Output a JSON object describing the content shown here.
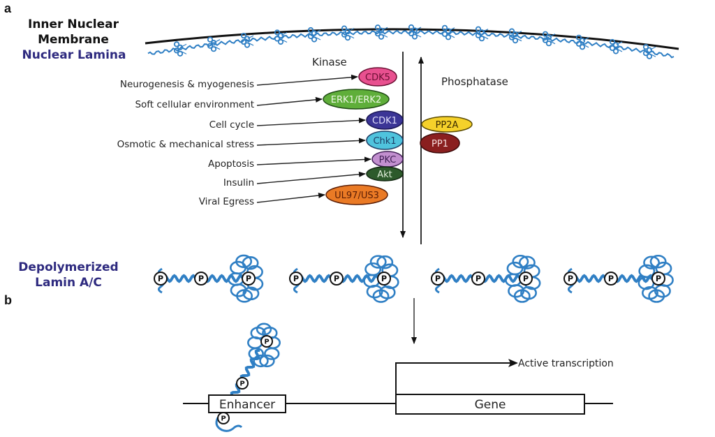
{
  "panels": {
    "a": "a",
    "b": "b"
  },
  "headings": {
    "inner_membrane_line1": "Inner Nuclear",
    "inner_membrane_line2": "Membrane",
    "nuclear_lamina": "Nuclear Lamina",
    "depolymerized_line1": "Depolymerized",
    "depolymerized_line2": "Lamin A/C"
  },
  "columns": {
    "kinase": "Kinase",
    "phosphatase": "Phosphatase"
  },
  "stimuli": [
    {
      "label": "Neurogenesis & myogenesis",
      "kinase": "CDK5"
    },
    {
      "label": "Soft cellular environment",
      "kinase": "ERK1/ERK2"
    },
    {
      "label": "Cell cycle",
      "kinase": "CDK1"
    },
    {
      "label": "Osmotic & mechanical stress",
      "kinase": "Chk1"
    },
    {
      "label": "Apoptosis",
      "kinase": "PKC"
    },
    {
      "label": "Insulin",
      "kinase": "Akt"
    },
    {
      "label": "Viral Egress",
      "kinase": "UL97/US3"
    }
  ],
  "kinases": [
    {
      "name": "CDK5",
      "fill": "#e8508f",
      "text": "#6a0f33"
    },
    {
      "name": "ERK1/ERK2",
      "fill": "#5fae3a",
      "text": "#eef7e6"
    },
    {
      "name": "CDK1",
      "fill": "#3b3596",
      "text": "#e0defa"
    },
    {
      "name": "Chk1",
      "fill": "#4fc3dd",
      "text": "#1d3e66"
    },
    {
      "name": "PKC",
      "fill": "#c28fcf",
      "text": "#3f1f55"
    },
    {
      "name": "Akt",
      "fill": "#2d5a2b",
      "text": "#e3f0dc"
    },
    {
      "name": "UL97/US3",
      "fill": "#ea7a25",
      "text": "#5a1d05"
    }
  ],
  "phosphatases": [
    {
      "name": "PP2A",
      "fill": "#f5d12a",
      "text": "#3a2a00"
    },
    {
      "name": "PP1",
      "fill": "#8a1f1f",
      "text": "#f6dede"
    }
  ],
  "phospho_marker": "P",
  "gene_region": {
    "enhancer": "Enhancer",
    "gene": "Gene",
    "transcription": "Active transcription"
  },
  "colors": {
    "lamin_blue": "#2f7fc4",
    "heading_blue": "#2e2a7f",
    "line": "#111111"
  }
}
